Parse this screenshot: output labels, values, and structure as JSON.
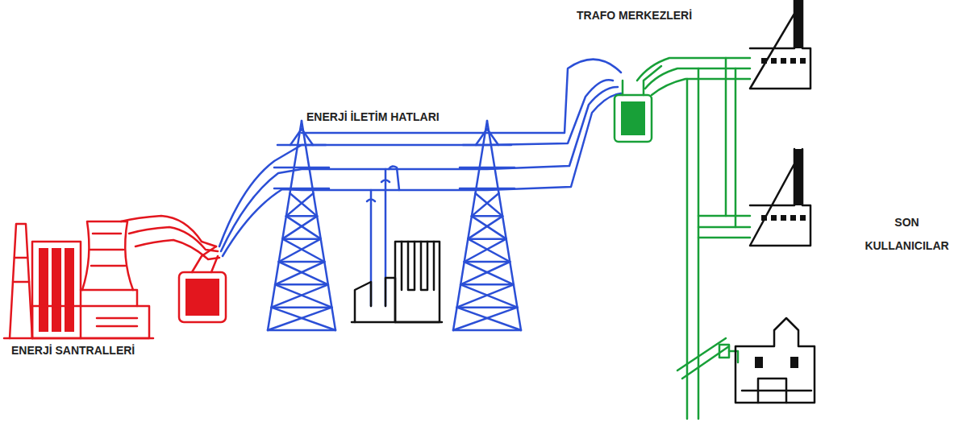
{
  "diagram": {
    "labels": [
      "TRAFO MERKEZLERİ",
      "ENERJİ İLETİM HATLARI",
      "SON KULLANICILAR",
      "ENERJİ SANTRALLERİ"
    ]
  }
}
